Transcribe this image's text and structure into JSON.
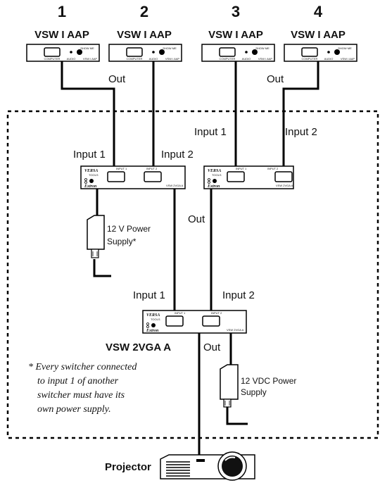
{
  "sources": [
    {
      "number": "1",
      "model": "VSW I AAP"
    },
    {
      "number": "2",
      "model": "VSW I AAP"
    },
    {
      "number": "3",
      "model": "VSW I AAP"
    },
    {
      "number": "4",
      "model": "VSW I AAP"
    }
  ],
  "source_panel": {
    "port1": "COMPUTER",
    "port2": "AUDIO",
    "port3": "SHOW ME",
    "model_small": "VSW I AAP"
  },
  "switcher_panel": {
    "brand_top": "VERSA",
    "brand_sub": "TOOLS",
    "maker": "Extron",
    "in1": "INPUT 1",
    "in2": "INPUT 2",
    "model_small": "VSW 2VGA A"
  },
  "labels": {
    "out_left": "Out",
    "out_right": "Out",
    "in1_left": "Input 1",
    "in2_left": "Input 2",
    "in1_right": "Input 1",
    "in2_right": "Input 2",
    "out_mid": "Out",
    "in1_bottom": "Input 1",
    "in2_bottom": "Input 2",
    "bottom_switcher": "VSW 2VGA A",
    "out_bottom": "Out",
    "projector": "Projector"
  },
  "psu_left": {
    "line1": "12 V Power",
    "line2": "Supply*"
  },
  "psu_right": {
    "line1": "12 VDC Power",
    "line2": "Supply"
  },
  "footnote": {
    "line1": "* Every switcher connected",
    "line2": "to input 1 of another",
    "line3": "switcher must have its",
    "line4": "own power supply."
  }
}
